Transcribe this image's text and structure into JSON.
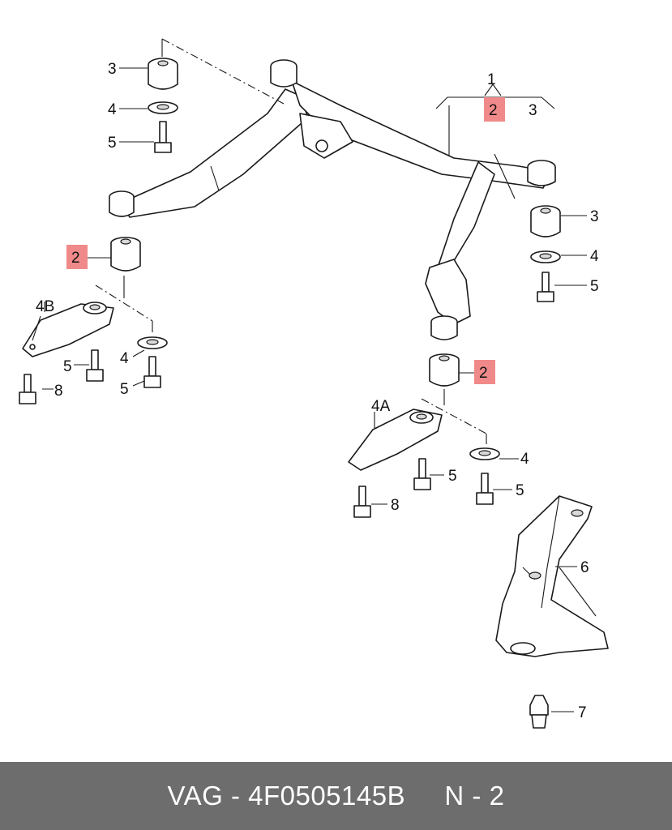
{
  "callouts": {
    "c1": "1",
    "c2_top": "2",
    "c3_top_right": "3",
    "c3_upper_left": "3",
    "c4_upper_left": "4",
    "c5_upper_left": "5",
    "c2_left": "2",
    "c4b": "4B",
    "c5_left_inner": "5",
    "c4_left": "4",
    "c5_left_outer": "5",
    "c8_left": "8",
    "c3_right": "3",
    "c4_right": "4",
    "c5_right": "5",
    "c2_right": "2",
    "c4a": "4A",
    "c5_mid_inner": "5",
    "c4_mid": "4",
    "c5_mid_outer": "5",
    "c8_mid": "8",
    "c6": "6",
    "c7": "7"
  },
  "colors": {
    "highlight": "#f08a8a",
    "footer_bg": "#6d6d6d",
    "footer_text": "#ffffff"
  },
  "footer": {
    "text": "VAG - 4F0505145B     N - 2"
  }
}
